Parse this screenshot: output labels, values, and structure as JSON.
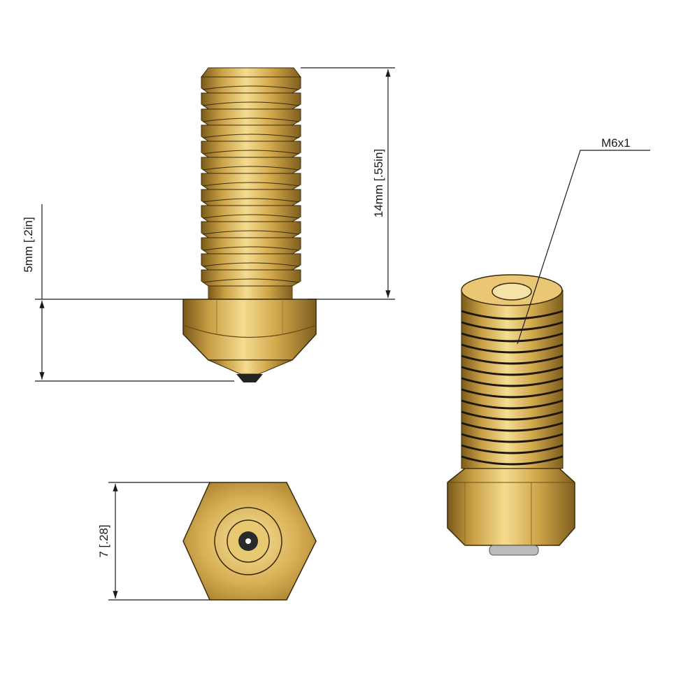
{
  "labels": {
    "thread_spec": "M6x1",
    "thread_length": "14mm [.55in]",
    "tip_length": "5mm [.2in]",
    "hex_size": "7 [.28]"
  },
  "colors": {
    "brass_light": "#f3d98a",
    "brass_mid": "#d4a94a",
    "brass_dark": "#8a6a22",
    "line": "#1a1a1a"
  }
}
